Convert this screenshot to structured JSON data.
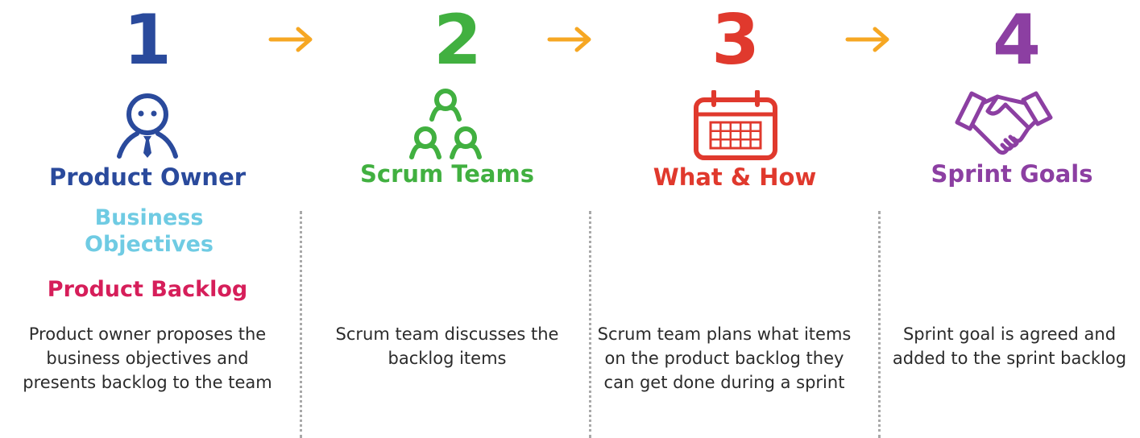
{
  "colors": {
    "step1": "#2a4a9c",
    "step2": "#41b040",
    "step3": "#e0392d",
    "step4": "#8c3fa2",
    "arrow": "#f6a723",
    "business": "#6fcbe3",
    "backlog": "#d61e5a",
    "divider": "#a9a9a9"
  },
  "steps": [
    {
      "number": "1",
      "icon": "person-with-tie-icon",
      "title": "Product Owner",
      "business_objectives": "Business Objectives",
      "product_backlog": "Product Backlog",
      "description": "Product owner proposes the business objectives and presents backlog to the team"
    },
    {
      "number": "2",
      "icon": "team-group-icon",
      "title": "Scrum Teams",
      "description": "Scrum team discusses the backlog items"
    },
    {
      "number": "3",
      "icon": "calendar-icon",
      "title": "What & How",
      "description": "Scrum team plans what items on the product backlog they can get done during a sprint"
    },
    {
      "number": "4",
      "icon": "handshake-icon",
      "title": "Sprint Goals",
      "description": "Sprint goal is agreed and added to the sprint backlog"
    }
  ],
  "arrows": [
    "arrow-right-icon",
    "arrow-right-icon",
    "arrow-right-icon"
  ]
}
